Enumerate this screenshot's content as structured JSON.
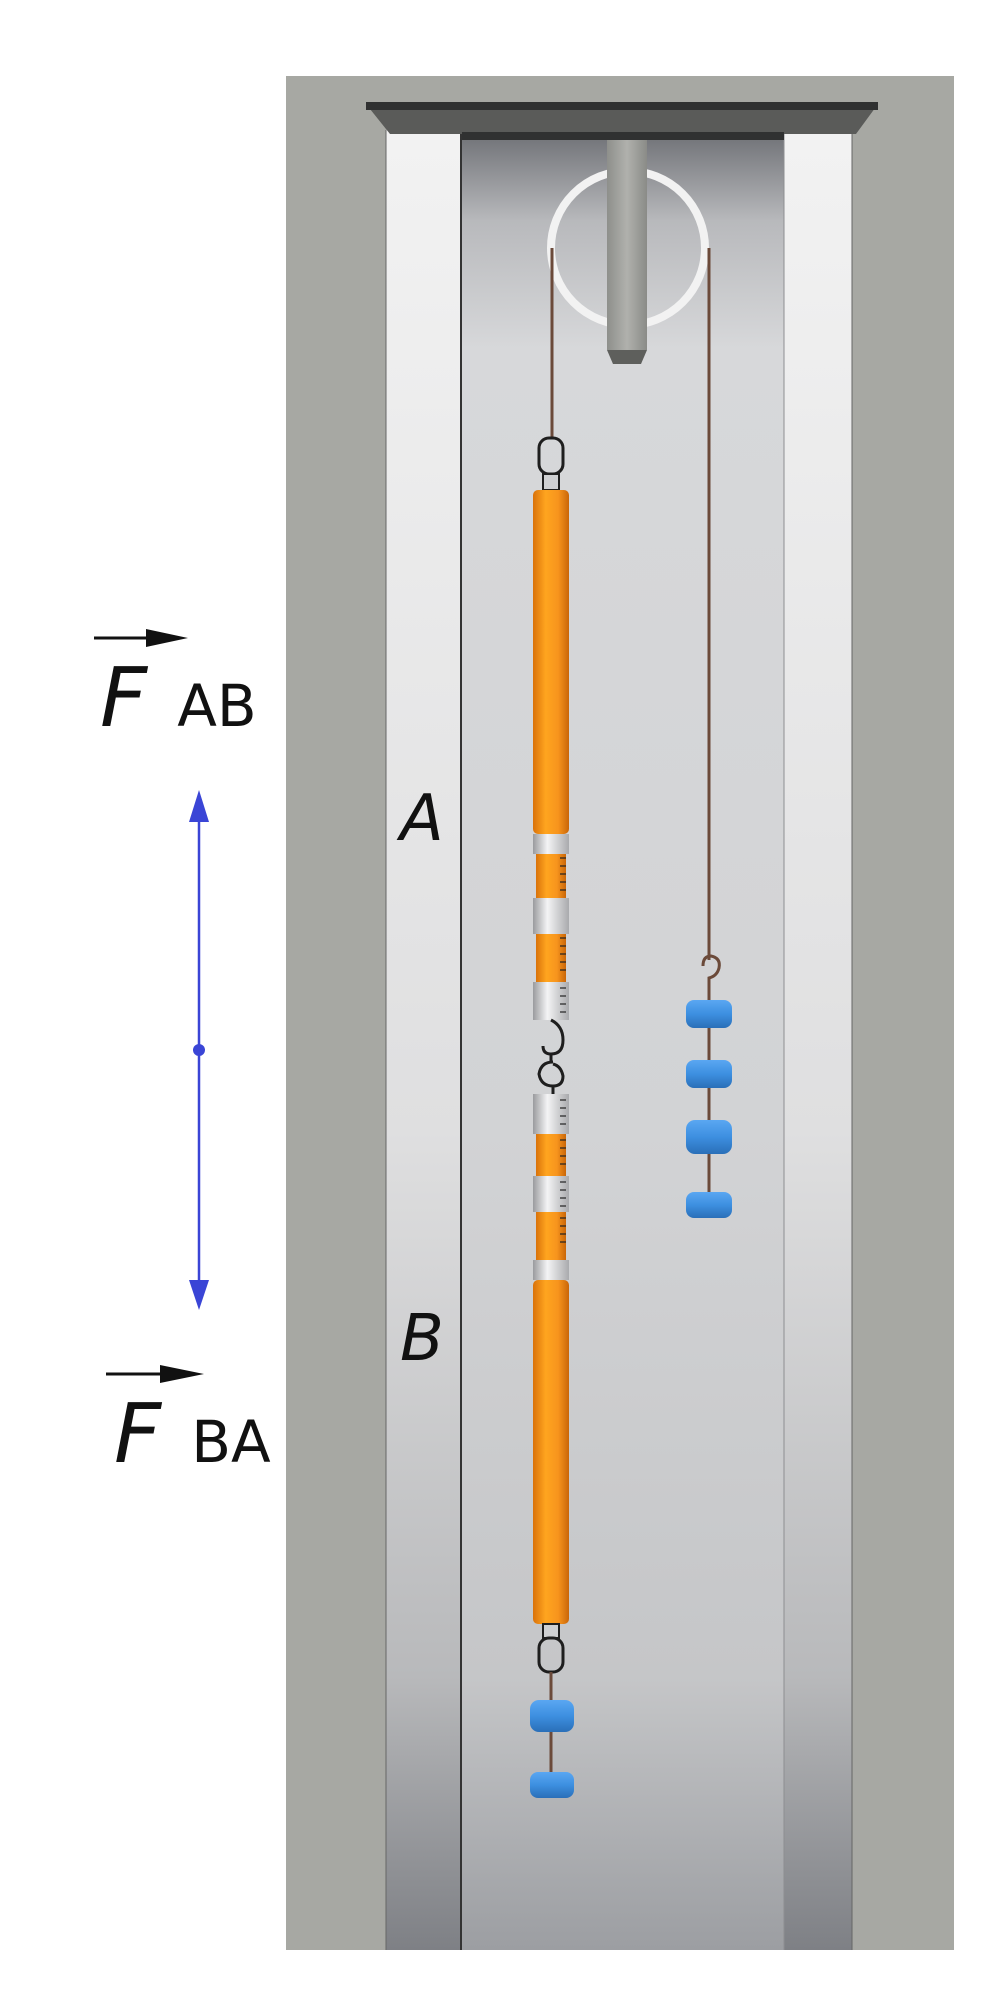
{
  "labels": {
    "spring_a": "A",
    "spring_b": "B",
    "force_ab_main": "F",
    "force_ab_sub": "AB",
    "force_ba_main": "F",
    "force_ba_sub": "BA"
  },
  "colors": {
    "frame": "#a7a8a3",
    "panel_light": "#eeeeee",
    "panel_dark": "#7f8186",
    "spring_body": "#f7941d",
    "scale_ring": "#cfd0d2",
    "weight": "#3d8fe0",
    "rope": "#6b4a3a",
    "force_arrow": "#3a45d6",
    "pulley_ring": "#f2f2f2",
    "pulley_bar": "#9fa09c"
  },
  "icons": {
    "pulley": "pulley-icon",
    "hook": "hook-icon",
    "weight": "weight-icon",
    "spring_scale": "spring-scale-icon"
  },
  "hanging_weights": {
    "right_rope_count": 4,
    "lower_scale_count": 2
  }
}
